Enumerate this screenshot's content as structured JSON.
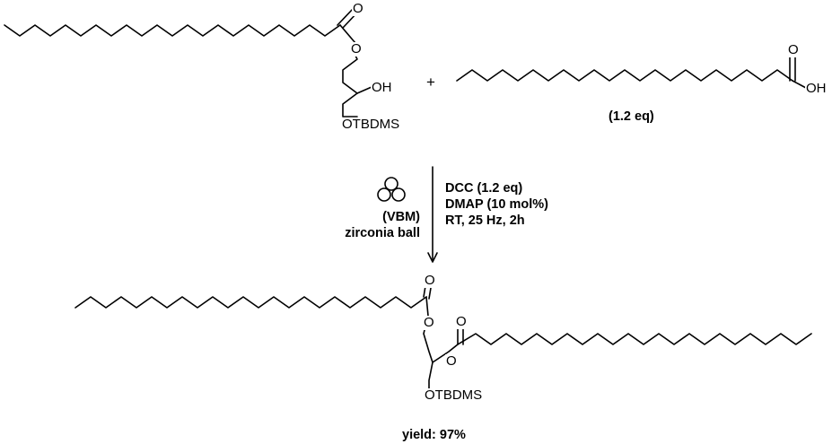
{
  "reactant1": {
    "atoms": {
      "carbonyl_o": "O",
      "ester_o": "O",
      "hydroxyl": "OH",
      "silyl_ether": "OTBDMS"
    }
  },
  "plus_sign": "+",
  "reactant2": {
    "atoms": {
      "carbonyl_o": "O",
      "hydroxyl": "OH"
    },
    "equiv": "(1.2 eq)"
  },
  "conditions": {
    "reagents": [
      "DCC (1.2 eq)",
      "DMAP (10 mol%)",
      "RT, 25 Hz, 2h"
    ],
    "mill": "(VBM)",
    "media": "zirconia ball"
  },
  "product": {
    "atoms": {
      "carbonyl_o1": "O",
      "ester_o1": "O",
      "carbonyl_o2": "O",
      "ester_o2": "O",
      "silyl_ether": "OTBDMS"
    }
  },
  "yield": "yield: 97%",
  "colors": {
    "ink": "#000000",
    "background": "#ffffff"
  }
}
